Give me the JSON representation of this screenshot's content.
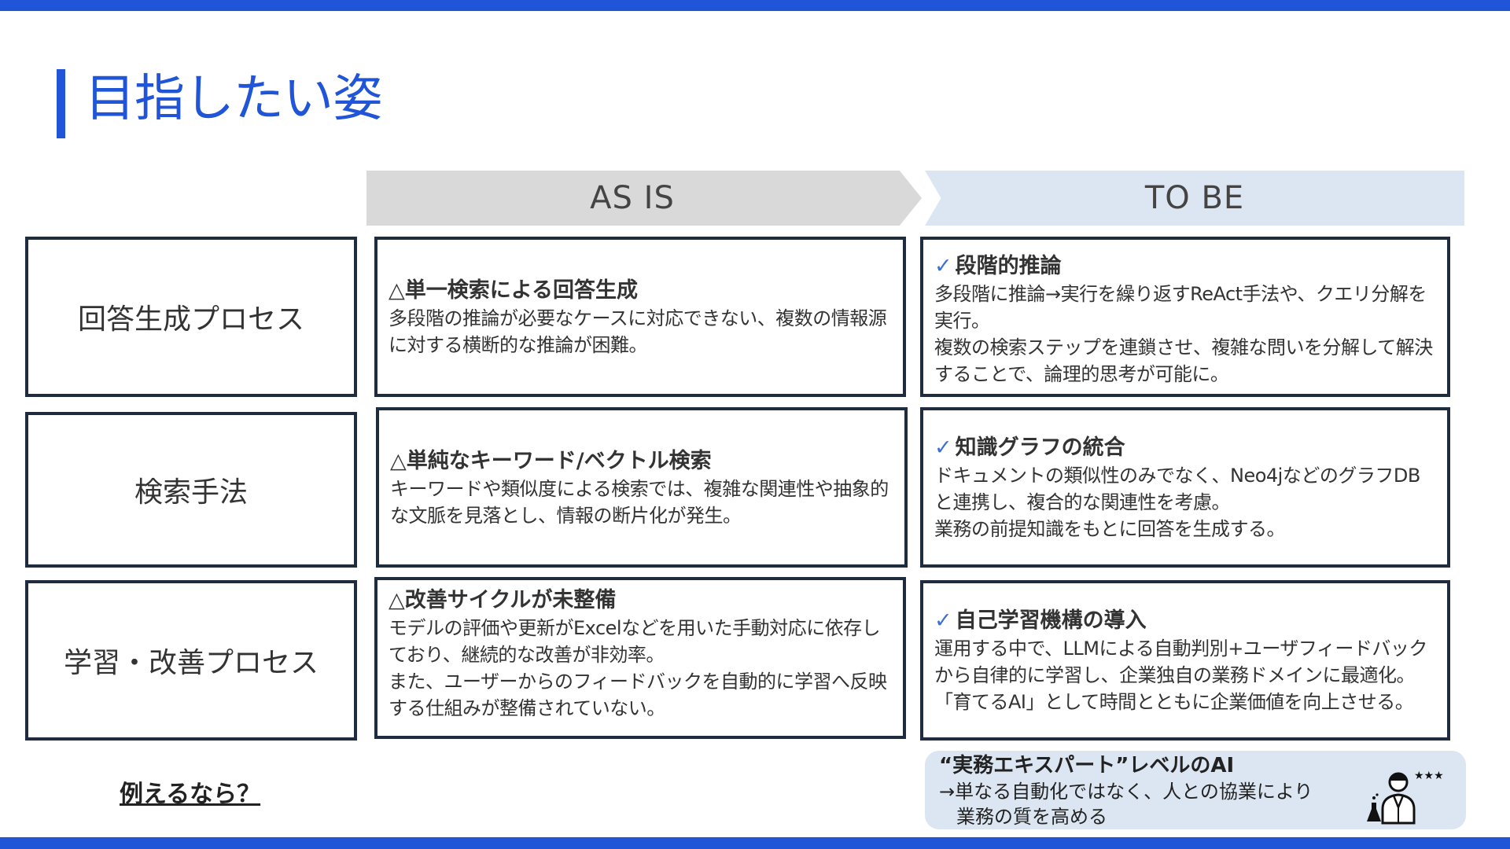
{
  "title": "目指したい姿",
  "headers": {
    "as_is": "AS IS",
    "to_be": "TO BE"
  },
  "rows": [
    {
      "label": "回答生成プロセス",
      "as_is": {
        "mark": "△",
        "heading": "単一検索による回答生成",
        "body": "多段階の推論が必要なケースに対応できない、複数の情報源に対する横断的な推論が困難。"
      },
      "to_be": {
        "mark": "✓",
        "heading": "段階的推論",
        "body_lines": [
          "多段階に推論→実行を繰り返すReAct手法や、クエリ分解を実行。",
          "複数の検索ステップを連鎖させ、複雑な問いを分解して解決することで、論理的思考が可能に。"
        ]
      }
    },
    {
      "label": "検索手法",
      "as_is": {
        "mark": "△",
        "heading": "単純なキーワード/ベクトル検索",
        "body": "キーワードや類似度による検索では、複雑な関連性や抽象的な文脈を見落とし、情報の断片化が発生。"
      },
      "to_be": {
        "mark": "✓",
        "heading": "知識グラフの統合",
        "body_lines": [
          "ドキュメントの類似性のみでなく、Neo4jなどのグラフDBと連携し、複合的な関連性を考慮。",
          "業務の前提知識をもとに回答を生成する。"
        ]
      }
    },
    {
      "label": "学習・改善プロセス",
      "as_is": {
        "mark": "△",
        "heading": "改善サイクルが未整備",
        "body_lines": [
          "モデルの評価や更新がExcelなどを用いた手動対応に依存しており、継続的な改善が非効率。",
          "また、ユーザーからのフィードバックを自動的に学習へ反映する仕組みが整備されていない。"
        ]
      },
      "to_be": {
        "mark": "✓",
        "heading": "自己学習機構の導入",
        "body_lines": [
          "運用する中で、LLMによる自動判別+ユーザフィードバックから自律的に学習し、企業独自の業務ドメインに最適化。",
          "「育てるAI」として時間とともに企業価値を向上させる。"
        ]
      }
    }
  ],
  "example_label": "例えるなら？",
  "expert": {
    "title": "“実務エキスパート”レベルのAI",
    "line1": "→単なる自動化ではなく、人との協業により",
    "line2": "業務の質を高める",
    "stars": "★★★",
    "icon": "expert-scientist-icon"
  },
  "colors": {
    "accent": "#1f55d6",
    "check": "#3d6fd6",
    "to_be_bg": "#dce6f2",
    "as_is_bg": "#d9d9d9",
    "border": "#1f2b3e"
  }
}
